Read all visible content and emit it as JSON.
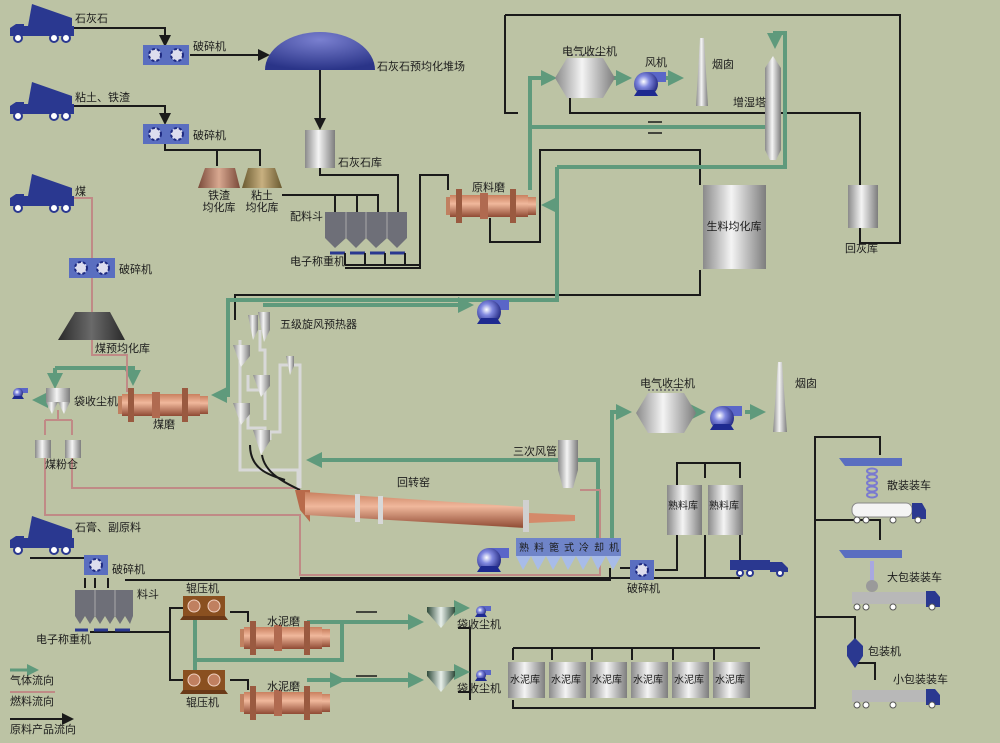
{
  "diagram": {
    "title": "水泥生产工艺流程图",
    "colors": {
      "background": "#bcc3a4",
      "gas_flow": "#5f9a7c",
      "fuel_flow": "#c08a86",
      "material_flow": "#1a1a1a",
      "equipment_blue": "#2a3890",
      "mill_copper": "#b86a4a",
      "cooler_blue": "#6f84c8"
    },
    "raw_inputs": {
      "limestone": "石灰石",
      "clay_iron": "粘土、铁渣",
      "coal": "煤",
      "gypsum": "石膏、副原料"
    },
    "labels": {
      "crusher": "破碎机",
      "limestone_prehomo_yard": "石灰石预均化堆场",
      "limestone_silo": "石灰石库",
      "iron_slag_silo_l1": "铁渣",
      "iron_slag_silo_l2": "均化库",
      "clay_silo_l1": "粘土",
      "clay_silo_l2": "均化库",
      "batching_hopper": "配料斗",
      "weigh_feeder": "电子称重机",
      "raw_mill": "原料磨",
      "esp": "电气收尘机",
      "fan": "风机",
      "chimney": "烟囱",
      "humidifier_tower": "增湿塔",
      "raw_meal_silo": "生料均化库",
      "ash_return_silo": "回灰库",
      "coal_prehomo": "煤预均化库",
      "bag_filter": "袋收尘机",
      "coal_mill": "煤磨",
      "coal_powder_bin": "煤粉仓",
      "preheater": "五级旋风预热器",
      "tertiary_air_duct": "三次风管",
      "rotary_kiln": "回转窑",
      "clinker_cooler_chars": [
        "熟",
        "料",
        "篦",
        "式",
        "冷",
        "却",
        "机"
      ],
      "clinker_silo": "熟料库",
      "hopper": "料斗",
      "roller_press": "辊压机",
      "cement_mill": "水泥磨",
      "cement_silo": "水泥库",
      "bulk_loading": "散装装车",
      "big_bag_loading": "大包装装车",
      "packer": "包装机",
      "small_bag_loading": "小包装装车"
    },
    "legend": [
      {
        "key": "gas",
        "label": "气体流向"
      },
      {
        "key": "fuel",
        "label": "燃料流向"
      },
      {
        "key": "material",
        "label": "原料产品流向"
      }
    ]
  }
}
